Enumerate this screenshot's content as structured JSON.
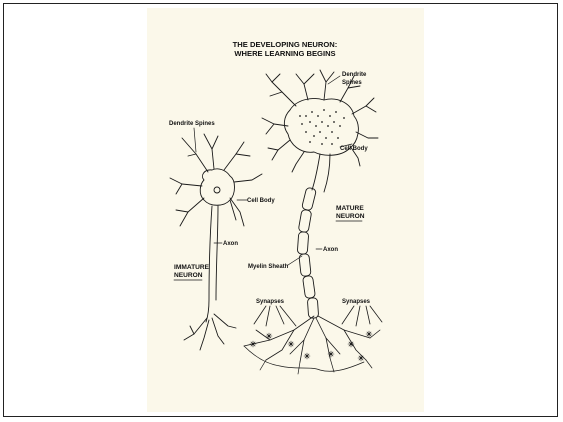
{
  "diagram": {
    "title_line1": "THE DEVELOPING NEURON:",
    "title_line2": "WHERE LEARNING BEGINS",
    "immature": {
      "heading_line1": "IMMATURE",
      "heading_line2": "NEURON",
      "dendrite_spines": "Dendrite Spines",
      "cell_body": "Cell Body",
      "axon": "Axon"
    },
    "mature": {
      "heading_line1": "MATURE",
      "heading_line2": "NEURON",
      "dendrite_line1": "Dendrite",
      "dendrite_line2": "Spines",
      "cell_body": "Cell Body",
      "axon": "Axon",
      "myelin_sheath": "Myelin Sheath",
      "synapses_left": "Synapses",
      "synapses_right": "Synapses"
    }
  }
}
